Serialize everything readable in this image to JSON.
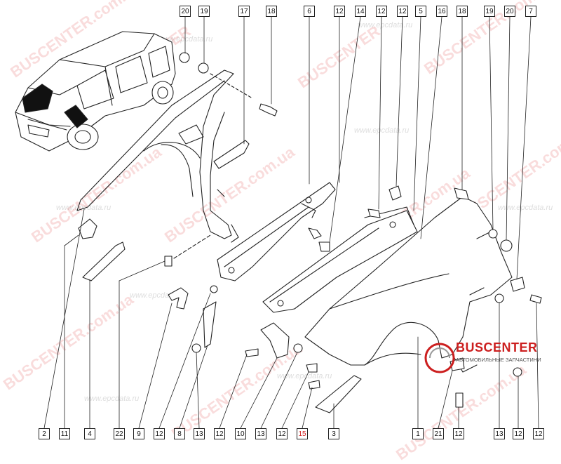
{
  "callouts_top": [
    {
      "id": "c-20a",
      "label": "20"
    },
    {
      "id": "c-19a",
      "label": "19"
    },
    {
      "id": "c-17",
      "label": "17"
    },
    {
      "id": "c-18a",
      "label": "18"
    },
    {
      "id": "c-6",
      "label": "6"
    },
    {
      "id": "c-12a",
      "label": "12"
    },
    {
      "id": "c-14",
      "label": "14"
    },
    {
      "id": "c-12b",
      "label": "12"
    },
    {
      "id": "c-12c",
      "label": "12"
    },
    {
      "id": "c-5",
      "label": "5"
    },
    {
      "id": "c-16",
      "label": "16"
    },
    {
      "id": "c-18b",
      "label": "18"
    },
    {
      "id": "c-19b",
      "label": "19"
    },
    {
      "id": "c-20b",
      "label": "20"
    },
    {
      "id": "c-7",
      "label": "7"
    }
  ],
  "callouts_bottom": [
    {
      "id": "b-2",
      "label": "2"
    },
    {
      "id": "b-11",
      "label": "11"
    },
    {
      "id": "b-4",
      "label": "4"
    },
    {
      "id": "b-22",
      "label": "22"
    },
    {
      "id": "b-9",
      "label": "9"
    },
    {
      "id": "b-12a",
      "label": "12"
    },
    {
      "id": "b-8",
      "label": "8"
    },
    {
      "id": "b-13a",
      "label": "13"
    },
    {
      "id": "b-12b",
      "label": "12"
    },
    {
      "id": "b-10",
      "label": "10"
    },
    {
      "id": "b-13b",
      "label": "13"
    },
    {
      "id": "b-12c",
      "label": "12"
    },
    {
      "id": "b-15",
      "label": "15"
    },
    {
      "id": "b-3",
      "label": "3"
    },
    {
      "id": "b-1",
      "label": "1"
    },
    {
      "id": "b-21",
      "label": "21"
    },
    {
      "id": "b-12d",
      "label": "12"
    },
    {
      "id": "b-13c",
      "label": "13"
    },
    {
      "id": "b-12e",
      "label": "12"
    },
    {
      "id": "b-12f",
      "label": "12"
    }
  ],
  "watermarks": {
    "brand": "BUSCENTER",
    "brand_domain": "BUSCENTER.com.ua",
    "site": "www.epcdata.ru"
  },
  "logo": {
    "text": "BUSCENTER",
    "subtitle": "АВТОМОБИЛЬНЫЕ ЗАПЧАСТИНИ",
    "brand_color": "#cc1f1f"
  },
  "colors": {
    "line": "#222222",
    "callout_red": "#d12020"
  }
}
